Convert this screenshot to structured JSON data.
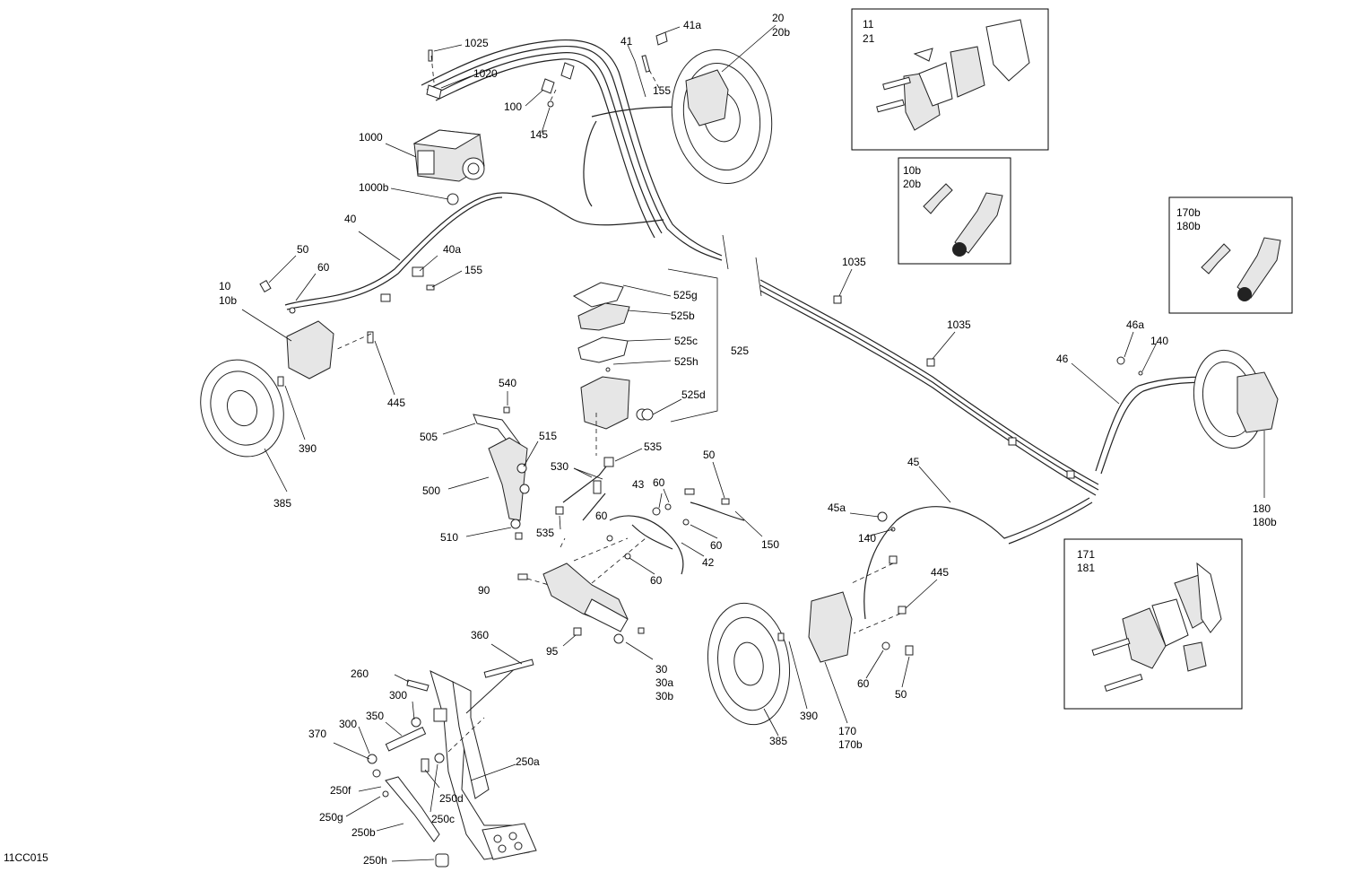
{
  "diagram_code": "11CC015",
  "callouts": [
    {
      "id": "1025",
      "text": "1025"
    },
    {
      "id": "1020",
      "text": "1020"
    },
    {
      "id": "100",
      "text": "100"
    },
    {
      "id": "145",
      "text": "145"
    },
    {
      "id": "1000",
      "text": "1000"
    },
    {
      "id": "1000b",
      "text": "1000b"
    },
    {
      "id": "41",
      "text": "41"
    },
    {
      "id": "41a",
      "text": "41a"
    },
    {
      "id": "155-top",
      "text": "155"
    },
    {
      "id": "20",
      "text": "20"
    },
    {
      "id": "20b",
      "text": "20b"
    },
    {
      "id": "40",
      "text": "40"
    },
    {
      "id": "40a",
      "text": "40a"
    },
    {
      "id": "155-mid",
      "text": "155"
    },
    {
      "id": "50-left",
      "text": "50"
    },
    {
      "id": "60-left",
      "text": "60"
    },
    {
      "id": "10",
      "text": "10"
    },
    {
      "id": "10b",
      "text": "10b"
    },
    {
      "id": "445-left",
      "text": "445"
    },
    {
      "id": "390-left",
      "text": "390"
    },
    {
      "id": "385-left",
      "text": "385"
    },
    {
      "id": "525g",
      "text": "525g"
    },
    {
      "id": "525b",
      "text": "525b"
    },
    {
      "id": "525c",
      "text": "525c"
    },
    {
      "id": "525h",
      "text": "525h"
    },
    {
      "id": "525",
      "text": "525"
    },
    {
      "id": "525d",
      "text": "525d"
    },
    {
      "id": "540",
      "text": "540"
    },
    {
      "id": "505",
      "text": "505"
    },
    {
      "id": "515",
      "text": "515"
    },
    {
      "id": "500",
      "text": "500"
    },
    {
      "id": "510",
      "text": "510"
    },
    {
      "id": "535-top",
      "text": "535"
    },
    {
      "id": "530",
      "text": "530"
    },
    {
      "id": "535-low",
      "text": "535"
    },
    {
      "id": "43",
      "text": "43"
    },
    {
      "id": "60-a",
      "text": "60"
    },
    {
      "id": "50-mid",
      "text": "50"
    },
    {
      "id": "60-b",
      "text": "60"
    },
    {
      "id": "60-c",
      "text": "60"
    },
    {
      "id": "150",
      "text": "150"
    },
    {
      "id": "42",
      "text": "42"
    },
    {
      "id": "60-d",
      "text": "60"
    },
    {
      "id": "90",
      "text": "90"
    },
    {
      "id": "95",
      "text": "95"
    },
    {
      "id": "30",
      "text": "30"
    },
    {
      "id": "30a",
      "text": "30a"
    },
    {
      "id": "30b",
      "text": "30b"
    },
    {
      "id": "360",
      "text": "360"
    },
    {
      "id": "260",
      "text": "260"
    },
    {
      "id": "300-a",
      "text": "300"
    },
    {
      "id": "300-b",
      "text": "300"
    },
    {
      "id": "350",
      "text": "350"
    },
    {
      "id": "370",
      "text": "370"
    },
    {
      "id": "250a",
      "text": "250a"
    },
    {
      "id": "250f",
      "text": "250f"
    },
    {
      "id": "250d",
      "text": "250d"
    },
    {
      "id": "250g",
      "text": "250g"
    },
    {
      "id": "250c",
      "text": "250c"
    },
    {
      "id": "250b",
      "text": "250b"
    },
    {
      "id": "250h",
      "text": "250h"
    },
    {
      "id": "1035-a",
      "text": "1035"
    },
    {
      "id": "1035-b",
      "text": "1035"
    },
    {
      "id": "46a",
      "text": "46a"
    },
    {
      "id": "140-right",
      "text": "140"
    },
    {
      "id": "46",
      "text": "46"
    },
    {
      "id": "180",
      "text": "180"
    },
    {
      "id": "180b",
      "text": "180b"
    },
    {
      "id": "45",
      "text": "45"
    },
    {
      "id": "45a",
      "text": "45a"
    },
    {
      "id": "140-mid",
      "text": "140"
    },
    {
      "id": "445-right",
      "text": "445"
    },
    {
      "id": "60-right",
      "text": "60"
    },
    {
      "id": "50-right",
      "text": "50"
    },
    {
      "id": "390-right",
      "text": "390"
    },
    {
      "id": "385-right",
      "text": "385"
    },
    {
      "id": "170",
      "text": "170"
    },
    {
      "id": "170b",
      "text": "170b"
    }
  ],
  "inset_boxes": {
    "front_pads": {
      "line1": "11",
      "line2": "21"
    },
    "front_bleeder": {
      "line1": "10b",
      "line2": "20b"
    },
    "rear_bleeder": {
      "line1": "170b",
      "line2": "180b"
    },
    "rear_pads": {
      "line1": "171",
      "line2": "181"
    }
  }
}
